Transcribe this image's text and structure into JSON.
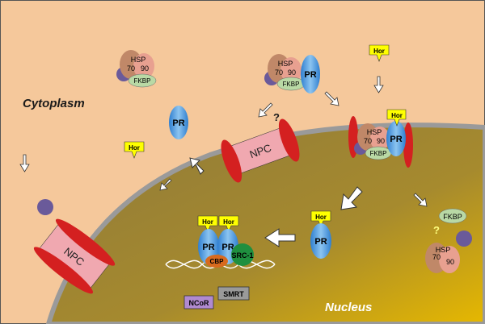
{
  "compartments": {
    "cytoplasm": "Cytoplasm",
    "nucleus": "Nucleus"
  },
  "labels": {
    "npc": "NPC",
    "pr": "PR",
    "hsp": "HSP",
    "hsp70": "70",
    "hsp90": "90",
    "fkbp": "FKBP",
    "hor": "Hor",
    "cbp": "CBP",
    "src1": "SRC-1",
    "smrt": "SMRT",
    "ncor": "NCoR",
    "question": "?"
  },
  "colors": {
    "cytoplasm": "#f5c89b",
    "nucleus": "#a98d3d",
    "nucleus_highlight": "#e0b300",
    "membrane": "#9a9a9a",
    "npc_body": "#f0a8b0",
    "npc_ring": "#d42020",
    "pr": "#3f8fd8",
    "hsp70": "#c08868",
    "hsp90": "#e8a090",
    "fkbp": "#b9d9a5",
    "hormone": "#ffff00",
    "cbp": "#d86a1e",
    "src1": "#1f8f3f",
    "smrt": "#9a9a9a",
    "ncor": "#b08ad0",
    "purple_disc": "#6a5a9a"
  }
}
